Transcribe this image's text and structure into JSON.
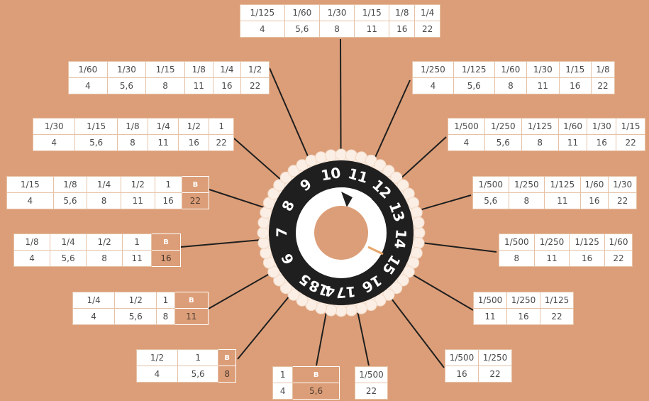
{
  "colors": {
    "background": "#dc9e78",
    "cell": "#ffffff",
    "dial": "#1f1f1f",
    "accent": "#e8a56a"
  },
  "dial": {
    "numbers": [
      "4",
      "5",
      "6",
      "7",
      "8",
      "9",
      "10",
      "11",
      "12",
      "13",
      "14",
      "15",
      "16",
      "17",
      "18"
    ]
  },
  "scales": [
    {
      "shutter": [
        "1/125",
        "1/60",
        "1/30",
        "1/15",
        "1/8",
        "1/4"
      ],
      "aperture": [
        "4",
        "5,6",
        "8",
        "11",
        "16",
        "22"
      ]
    },
    {
      "shutter": [
        "1/250",
        "1/125",
        "1/60",
        "1/30",
        "1/15",
        "1/8"
      ],
      "aperture": [
        "4",
        "5,6",
        "8",
        "11",
        "16",
        "22"
      ]
    },
    {
      "shutter": [
        "1/500",
        "1/250",
        "1/125",
        "1/60",
        "1/30",
        "1/15"
      ],
      "aperture": [
        "4",
        "5,6",
        "8",
        "11",
        "16",
        "22"
      ]
    },
    {
      "shutter": [
        "1/500",
        "1/250",
        "1/125",
        "1/60",
        "1/30"
      ],
      "aperture": [
        "5,6",
        "8",
        "11",
        "16",
        "22"
      ]
    },
    {
      "shutter": [
        "1/500",
        "1/250",
        "1/125",
        "1/60"
      ],
      "aperture": [
        "8",
        "11",
        "16",
        "22"
      ]
    },
    {
      "shutter": [
        "1/500",
        "1/250",
        "1/125"
      ],
      "aperture": [
        "11",
        "16",
        "22"
      ]
    },
    {
      "shutter": [
        "1/500",
        "1/250"
      ],
      "aperture": [
        "16",
        "22"
      ]
    },
    {
      "shutter": [
        "1/500"
      ],
      "aperture": [
        "22"
      ]
    },
    {
      "shutter": [
        "1",
        "B"
      ],
      "aperture": [
        "4",
        "5,6"
      ]
    },
    {
      "shutter": [
        "1/2",
        "1",
        "B"
      ],
      "aperture": [
        "4",
        "5,6",
        "8"
      ]
    },
    {
      "shutter": [
        "1/4",
        "1/2",
        "1",
        "B"
      ],
      "aperture": [
        "4",
        "5,6",
        "8",
        "11"
      ]
    },
    {
      "shutter": [
        "1/8",
        "1/4",
        "1/2",
        "1",
        "B"
      ],
      "aperture": [
        "4",
        "5,6",
        "8",
        "11",
        "16"
      ]
    },
    {
      "shutter": [
        "1/15",
        "1/8",
        "1/4",
        "1/2",
        "1",
        "B"
      ],
      "aperture": [
        "4",
        "5,6",
        "8",
        "11",
        "16",
        "22"
      ]
    },
    {
      "shutter": [
        "1/30",
        "1/15",
        "1/8",
        "1/4",
        "1/2",
        "1"
      ],
      "aperture": [
        "4",
        "5,6",
        "8",
        "11",
        "16",
        "22"
      ]
    },
    {
      "shutter": [
        "1/60",
        "1/30",
        "1/15",
        "1/8",
        "1/4",
        "1/2"
      ],
      "aperture": [
        "4",
        "5,6",
        "8",
        "11",
        "16",
        "22"
      ]
    }
  ]
}
